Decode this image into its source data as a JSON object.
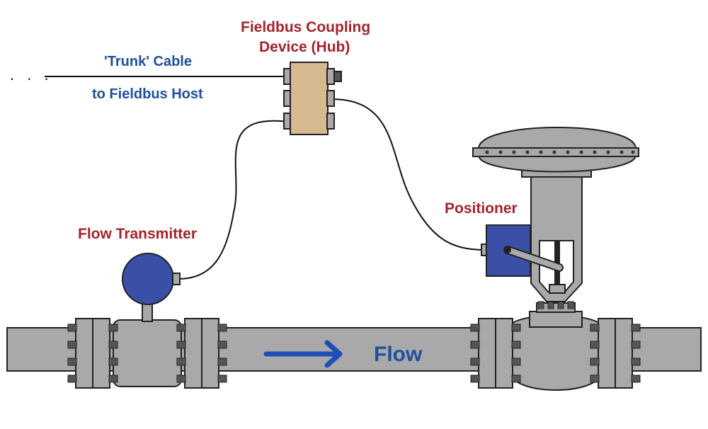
{
  "labels": {
    "coupling_line1": "Fieldbus Coupling",
    "coupling_line2": "Device (Hub)",
    "trunk_cable": "'Trunk' Cable",
    "to_host": "to Fieldbus Host",
    "positioner": "Positioner",
    "flow_transmitter": "Flow Transmitter",
    "flow": "Flow",
    "ellipsis": ". . ."
  },
  "colors": {
    "pipe_gray": "#a9a9a9",
    "outline": "#222222",
    "hub_tan": "#d6b98e",
    "device_blue": "#3a4fa6",
    "label_red": "#a3242c",
    "label_blue": "#1f4fa0",
    "arrow_blue": "#1d4fb8"
  }
}
